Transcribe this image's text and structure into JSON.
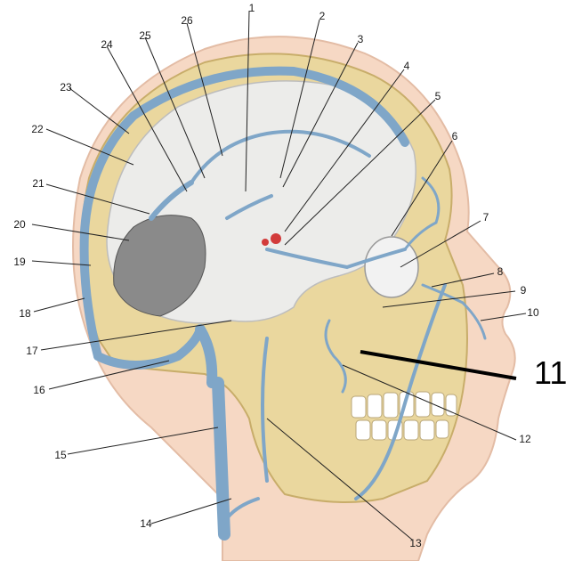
{
  "figure": {
    "labels": [
      "1",
      "2",
      "3",
      "4",
      "5",
      "6",
      "7",
      "8",
      "9",
      "10",
      "11",
      "12",
      "13",
      "14",
      "15",
      "16",
      "17",
      "18",
      "19",
      "20",
      "21",
      "22",
      "23",
      "24",
      "25",
      "26"
    ]
  },
  "colors": {
    "skin": "#f6d8c4",
    "skull": "#ead79e",
    "brain": "#ececea",
    "vein": "#7fa6c8",
    "vein_dark": "#4d7fb0",
    "gland": "#d23b3b"
  }
}
